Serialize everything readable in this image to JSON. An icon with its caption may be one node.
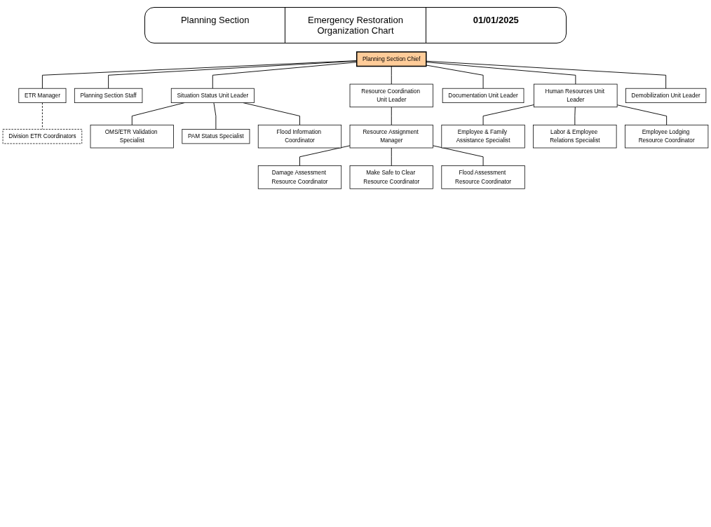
{
  "diagram": {
    "nodes": [
      {
        "text": [
          "Planning Section Chief"
        ]
      },
      {
        "text": [
          "ETR Manager"
        ]
      },
      {
        "text": [
          "Planning Section Staff"
        ]
      },
      {
        "text": [
          "Division ETR Coordinators"
        ]
      },
      {
        "text": [
          "Situation Status Unit Leader"
        ]
      },
      {
        "text": [
          "Resource Coordination Unit Leader"
        ]
      },
      {
        "text": [
          "OMS/ETR Validation Specialist"
        ]
      },
      {
        "text": [
          "PAM Status Specialist"
        ]
      },
      {
        "text": [
          "Flood Information Coordinator"
        ]
      },
      {
        "text": [
          "Resource Assignment Manager"
        ]
      },
      {
        "text": [
          "Damage Assessment Resource Coordinator"
        ]
      },
      {
        "text": [
          "Make Safe to Clear Resource Coordinator"
        ]
      },
      {
        "text": [
          "Flood Assessment Resource Coordinator"
        ]
      },
      {
        "text": [
          "Documentation Unit Leader"
        ]
      },
      {
        "text": [
          "Human Resources Unit Leader"
        ]
      },
      {
        "text": [
          "Demobilization Unit Leader"
        ]
      },
      {
        "text": [
          "Employee & Family Assistance Specialist"
        ]
      },
      {
        "text": [
          "Labor & Employee Relations Specialist"
        ]
      },
      {
        "text": [
          "Employee Lodging Resource Coordinator"
        ]
      }
    ],
    "edges": [
      {
        "from": 0,
        "to": 1,
        "arrow": "none"
      },
      {
        "from": 0,
        "to": 2,
        "arrow": "none"
      },
      {
        "from": 1,
        "to": 3,
        "arrow": "none",
        "style": "dashed"
      },
      {
        "from": 0,
        "to": 4,
        "arrow": "none"
      },
      {
        "from": 0,
        "to": 5,
        "arrow": "none"
      },
      {
        "from": 4,
        "to": 6,
        "arrow": "none"
      },
      {
        "from": 4,
        "to": 7,
        "arrow": "none"
      },
      {
        "from": 4,
        "to": 8,
        "arrow": "none"
      },
      {
        "from": 5,
        "to": 9,
        "arrow": "none"
      },
      {
        "from": 9,
        "to": 10,
        "arrow": "none"
      },
      {
        "from": 9,
        "to": 11,
        "arrow": "none"
      },
      {
        "from": 9,
        "to": 12,
        "arrow": "none"
      },
      {
        "from": 0,
        "to": 13,
        "arrow": "none"
      },
      {
        "from": 0,
        "to": 14,
        "arrow": "none"
      },
      {
        "from": 0,
        "to": 15,
        "arrow": "none"
      },
      {
        "from": 14,
        "to": 16,
        "arrow": "none"
      },
      {
        "from": 14,
        "to": 17,
        "arrow": "none"
      },
      {
        "from": 14,
        "to": 18,
        "arrow": "none"
      }
    ],
    "labels": [
      "Planning Section",
      "Emergency Restoration Organization Chart",
      "01/01/2025"
    ]
  }
}
